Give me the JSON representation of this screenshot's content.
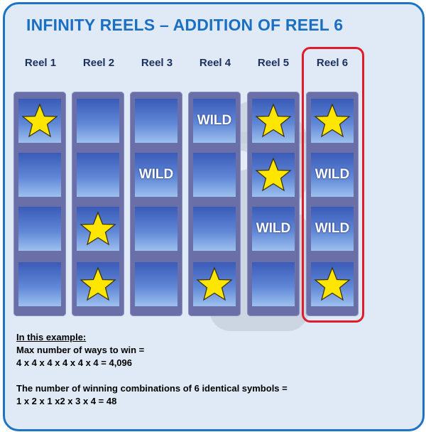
{
  "title": "INFINITY REELS – ADDITION OF REEL 6",
  "reels": [
    {
      "label": "Reel 1",
      "cells": [
        "star",
        "blank",
        "blank",
        "blank"
      ]
    },
    {
      "label": "Reel 2",
      "cells": [
        "blank",
        "blank",
        "star",
        "star"
      ]
    },
    {
      "label": "Reel 3",
      "cells": [
        "blank",
        "WILD",
        "blank",
        "blank"
      ]
    },
    {
      "label": "Reel 4",
      "cells": [
        "WILD",
        "blank",
        "blank",
        "star"
      ]
    },
    {
      "label": "Reel 5",
      "cells": [
        "star",
        "star",
        "WILD",
        "blank"
      ]
    },
    {
      "label": "Reel 6",
      "cells": [
        "star",
        "WILD",
        "WILD",
        "star"
      ]
    }
  ],
  "highlighted_reel": "Reel 6",
  "colors": {
    "title": "#1b6fc2",
    "border": "#1e74c4",
    "highlight": "#e01b2a",
    "star": "#ffe600"
  },
  "example": {
    "heading": "In this example:",
    "line1": "Max number of ways to win =",
    "line2": "4 x 4 x 4 x 4 x 4 x 4 = 4,096",
    "line3": "The number of winning combinations of 6 identical symbols =",
    "line4": "1 x 2 x 1 x2 x 3 x 4 = 48"
  }
}
